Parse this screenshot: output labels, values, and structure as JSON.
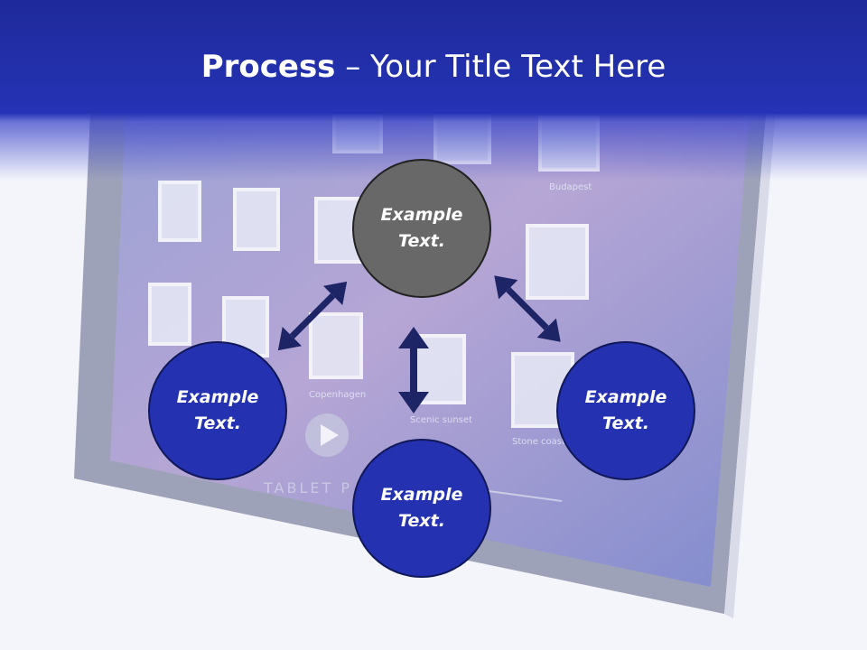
{
  "slide": {
    "title_bold": "Process",
    "title_rest": " – Your Title Text Here"
  },
  "diagram": {
    "nodes": [
      {
        "id": "top",
        "label": "Example\nText.",
        "color": "#686868"
      },
      {
        "id": "left",
        "label": "Example\nText.",
        "color": "#2432b2"
      },
      {
        "id": "right",
        "label": "Example\nText.",
        "color": "#2432b2"
      },
      {
        "id": "bottom",
        "label": "Example\nText.",
        "color": "#2432b2"
      }
    ],
    "arrow_color": "#1e2566"
  },
  "background": {
    "tablet_labels": [
      "Budapest",
      "Copenhagen",
      "Scenic sunset",
      "Stone coast"
    ],
    "tablet_logo": "TABLET P"
  },
  "colors": {
    "header": "#2533b5",
    "node_blue": "#2432b2",
    "node_gray": "#686868"
  }
}
